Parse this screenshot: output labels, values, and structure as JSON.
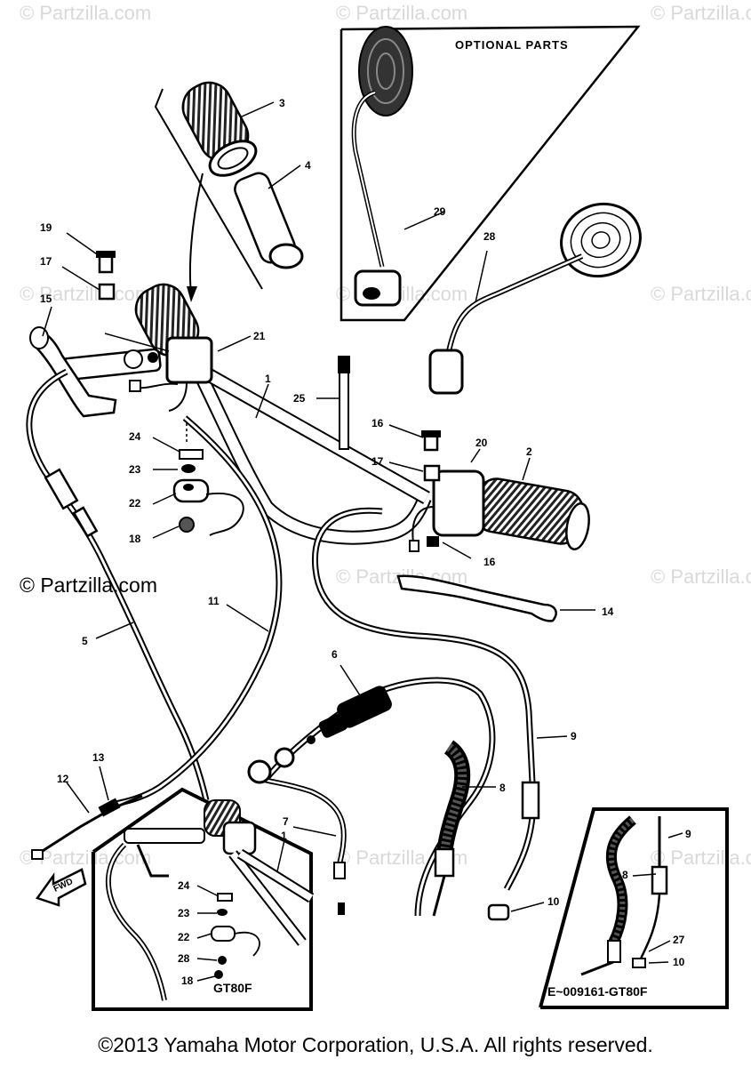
{
  "watermark": "© Partzilla.com",
  "brand": "© Partzilla.com",
  "copyright": "©2013 Yamaha Motor Corporation, U.S.A. All rights reserved.",
  "optional_parts": "OPTIONAL  PARTS",
  "inset_left_title": "GT80F",
  "inset_right_title": "E~009161-GT80F",
  "fwd": "FWD",
  "callouts": [
    "3",
    "4",
    "29",
    "28",
    "19",
    "17",
    "15",
    "21",
    "1",
    "25",
    "16",
    "20",
    "2",
    "24",
    "23",
    "22",
    "18",
    "17",
    "16",
    "11",
    "14",
    "5",
    "6",
    "9",
    "13",
    "12",
    "8",
    "7",
    "10"
  ],
  "inset_left_callouts": [
    "1",
    "24",
    "23",
    "22",
    "28",
    "18"
  ],
  "inset_right_callouts": [
    "9",
    "8",
    "27",
    "10"
  ],
  "colors": {
    "ink": "#000000",
    "watermark": "#d9d9d9",
    "paper": "#ffffff"
  }
}
